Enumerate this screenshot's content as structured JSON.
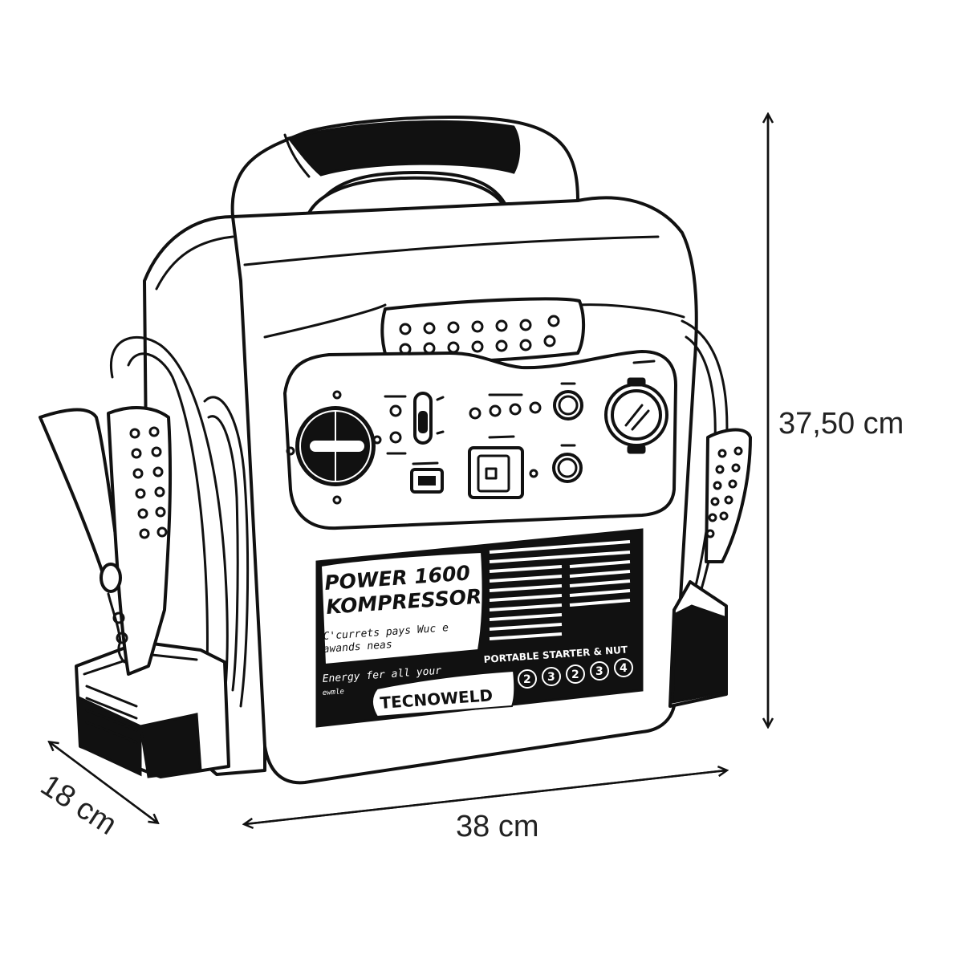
{
  "dimensions": {
    "depth": "18 cm",
    "width": "38 cm",
    "height": "37,50 cm"
  },
  "product": {
    "model_line1": "POWER 1600",
    "model_line2": "KOMPRESSOR",
    "tagline_line1": "C'currets pays Wuc e",
    "tagline_line2": "awands neas",
    "energy_line1": "Energy fer all your",
    "energy_line2": "ewmle",
    "subtitle": "PORTABLE STARTER & NUT",
    "brand": "TECNOWELD",
    "badges": [
      "2",
      "3",
      "2",
      "3",
      "4"
    ]
  },
  "colors": {
    "ink": "#111111",
    "background": "#ffffff"
  }
}
